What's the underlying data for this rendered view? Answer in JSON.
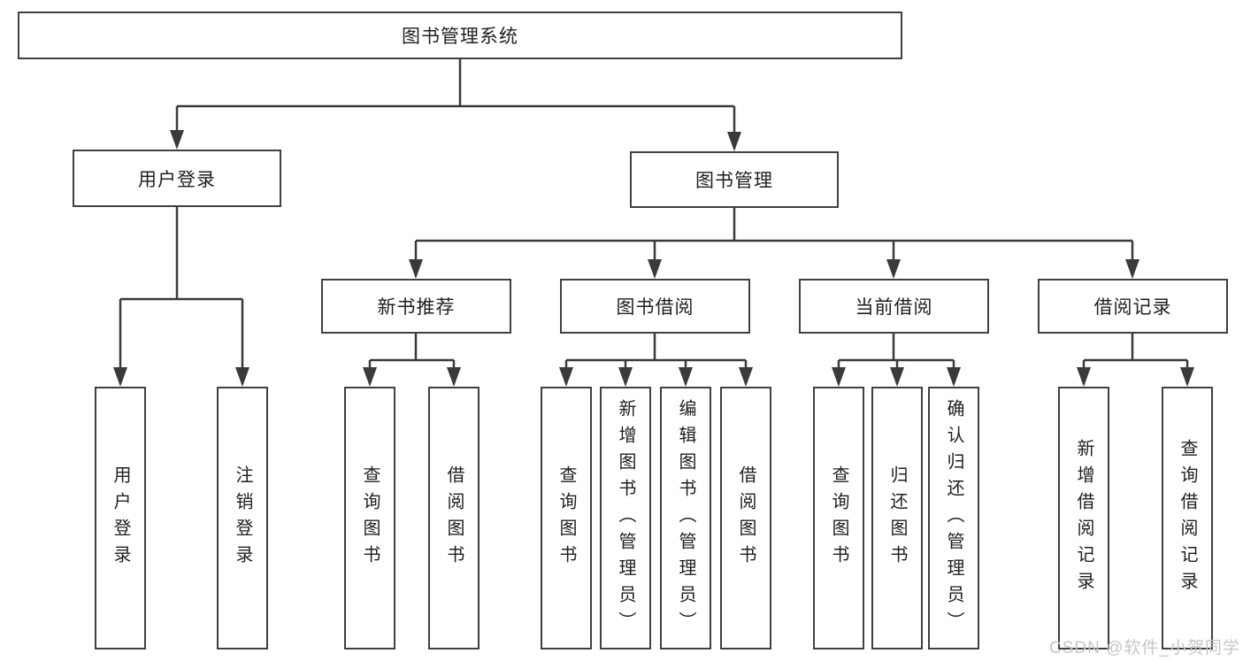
{
  "tree": {
    "root": {
      "label": "图书管理系统"
    },
    "branches": [
      {
        "label": "用户登录",
        "children": [
          {
            "label": "用户登录"
          },
          {
            "label": "注销登录"
          }
        ]
      },
      {
        "label": "图书管理",
        "groups": [
          {
            "label": "新书推荐",
            "children": [
              {
                "label": "查询图书"
              },
              {
                "label": "借阅图书"
              }
            ]
          },
          {
            "label": "图书借阅",
            "children": [
              {
                "label": "查询图书"
              },
              {
                "label": "新增图书（管理员）"
              },
              {
                "label": "编辑图书（管理员）"
              },
              {
                "label": "借阅图书"
              }
            ]
          },
          {
            "label": "当前借阅",
            "children": [
              {
                "label": "查询图书"
              },
              {
                "label": "归还图书"
              },
              {
                "label": "确认归还（管理员）"
              }
            ]
          },
          {
            "label": "借阅记录",
            "children": [
              {
                "label": "新增借阅记录"
              },
              {
                "label": "查询借阅记录"
              }
            ]
          }
        ]
      }
    ]
  },
  "watermark": {
    "text": "CSDN @软件_小贺同学"
  },
  "colors": {
    "line": "#3a3a3a",
    "border": "#404040",
    "text": "#1f1f1f",
    "watermark": "#c6c6c6",
    "background": "#ffffff"
  }
}
